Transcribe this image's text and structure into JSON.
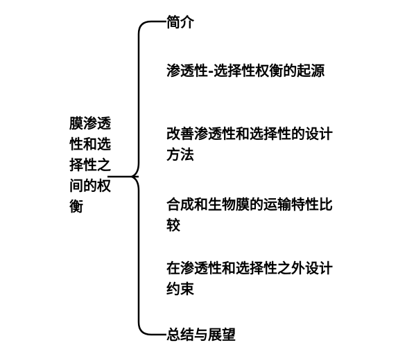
{
  "diagram": {
    "type": "tree-bracket",
    "root": {
      "label": "膜渗透性和选择性之间的权衡"
    },
    "branches": [
      {
        "label": "简介"
      },
      {
        "label": "渗透性-选择性权衡的起源"
      },
      {
        "label": "改善渗透性和选择性的设计方法"
      },
      {
        "label": "合成和生物膜的运输特性比较"
      },
      {
        "label": "在渗透性和选择性之外设计约束"
      },
      {
        "label": "总结与展望"
      }
    ],
    "line_color": "#000000",
    "text_color": "#000000"
  }
}
